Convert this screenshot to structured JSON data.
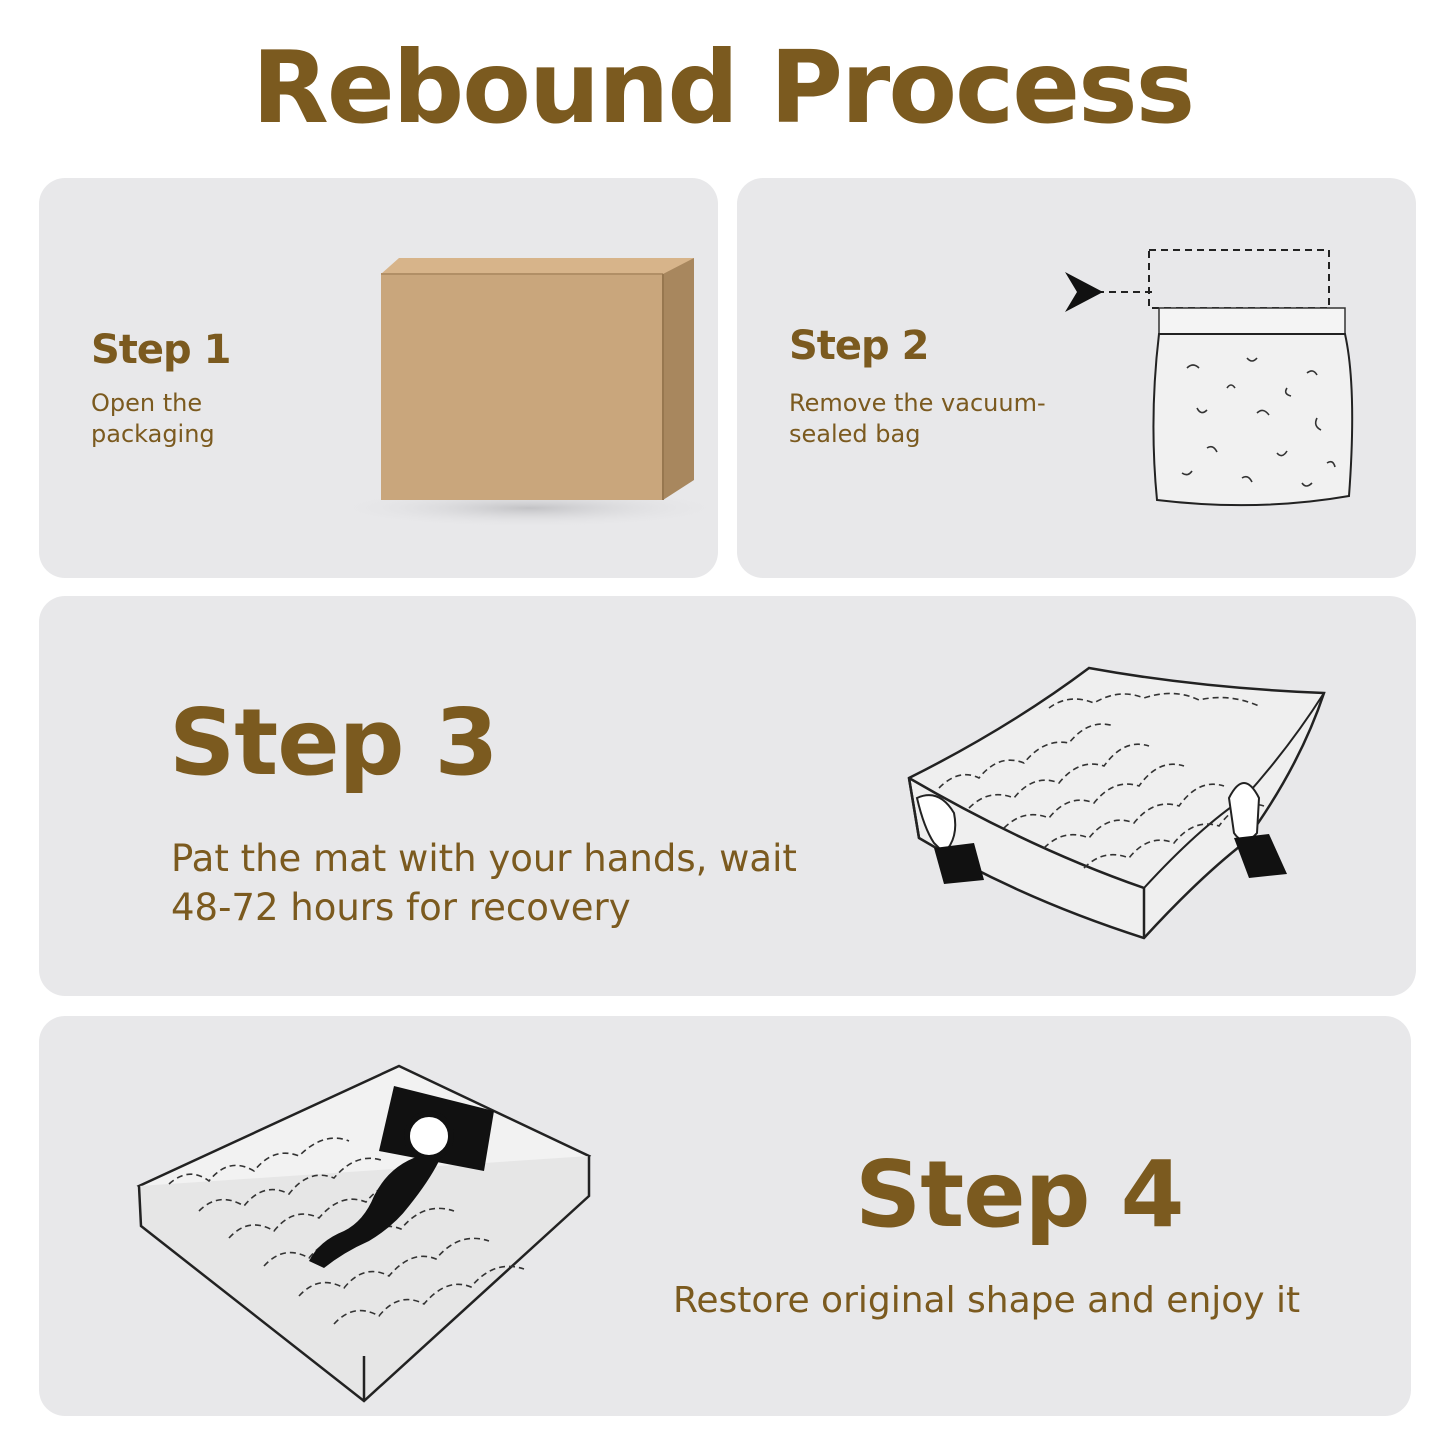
{
  "title": "Rebound Process",
  "colors": {
    "accent": "#7b5a1f",
    "panel_bg": "#e8e8ea",
    "box": "#c9a67c"
  },
  "steps": [
    {
      "title": "Step 1",
      "description": "Open the packaging",
      "icon": "cardboard-box-icon"
    },
    {
      "title": "Step 2",
      "description": "Remove the vacuum-sealed bag",
      "icon": "vacuum-bag-icon"
    },
    {
      "title": "Step 3",
      "description": "Pat the mat with your hands, wait 48-72 hours for recovery",
      "icon": "mattress-hands-icon"
    },
    {
      "title": "Step 4",
      "description": "Restore original shape and enjoy it",
      "icon": "person-on-mattress-icon"
    }
  ]
}
